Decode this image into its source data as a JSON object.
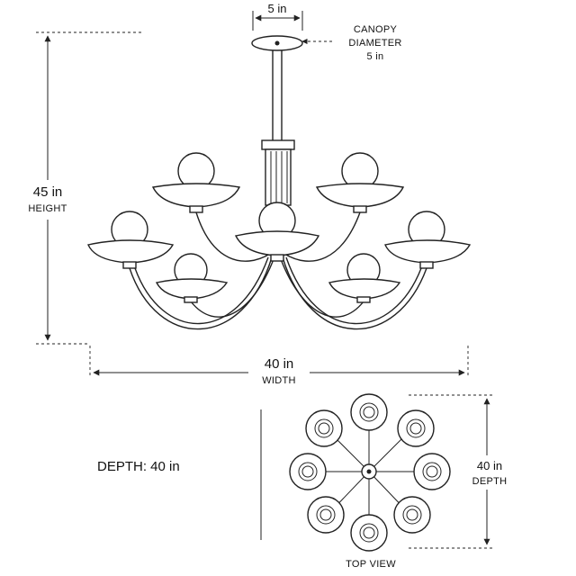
{
  "dimensions": {
    "canopy_width": "5 in",
    "canopy_callout": [
      "CANOPY",
      "DIAMETER",
      "5 in"
    ],
    "height_value": "45 in",
    "height_label": "HEIGHT",
    "width_value": "40 in",
    "width_label": "WIDTH",
    "depth_text": "DEPTH:  40 in",
    "top_depth_value": "40 in",
    "top_depth_label": "DEPTH",
    "top_view_label": "TOP VIEW"
  },
  "colors": {
    "line": "#222222",
    "background": "#ffffff"
  }
}
